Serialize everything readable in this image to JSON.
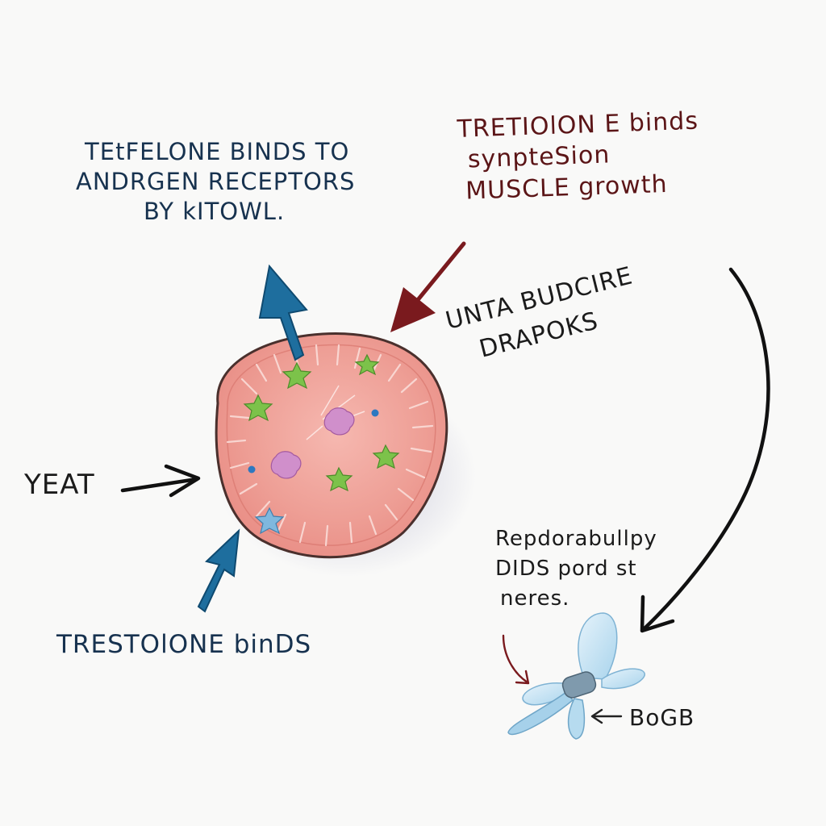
{
  "labels": {
    "top_left": [
      "TEtFELONE BINDS TO",
      "ANDRGEN RECEPTORS",
      "BY kITOWL."
    ],
    "top_right": [
      "TRETIOlON E binds",
      "synpteSion",
      "MUSCLE growth"
    ],
    "right_middle": [
      "UNTA BUDCIRE",
      "DRAPOKS"
    ],
    "left": "YEAT",
    "bottom_left": "TRESTOlONE binDS",
    "bottom_right": [
      "Repdorabullpy",
      "DIDS pord st",
      "neres."
    ],
    "organism": "BoGB"
  },
  "colors": {
    "background": "#f9f9f8",
    "blue_text": "#17324f",
    "red_text": "#5b1517",
    "black_text": "#1b1b1b",
    "blue_arrow": "#1e6e9e",
    "red_arrow": "#7a1a1e",
    "cell_fill": "#ef9a92",
    "cell_edge": "#5a3a36",
    "star_green": "#7cc24a",
    "blob_pink": "#d08fcb",
    "organism_blue": "#b7dcef"
  }
}
